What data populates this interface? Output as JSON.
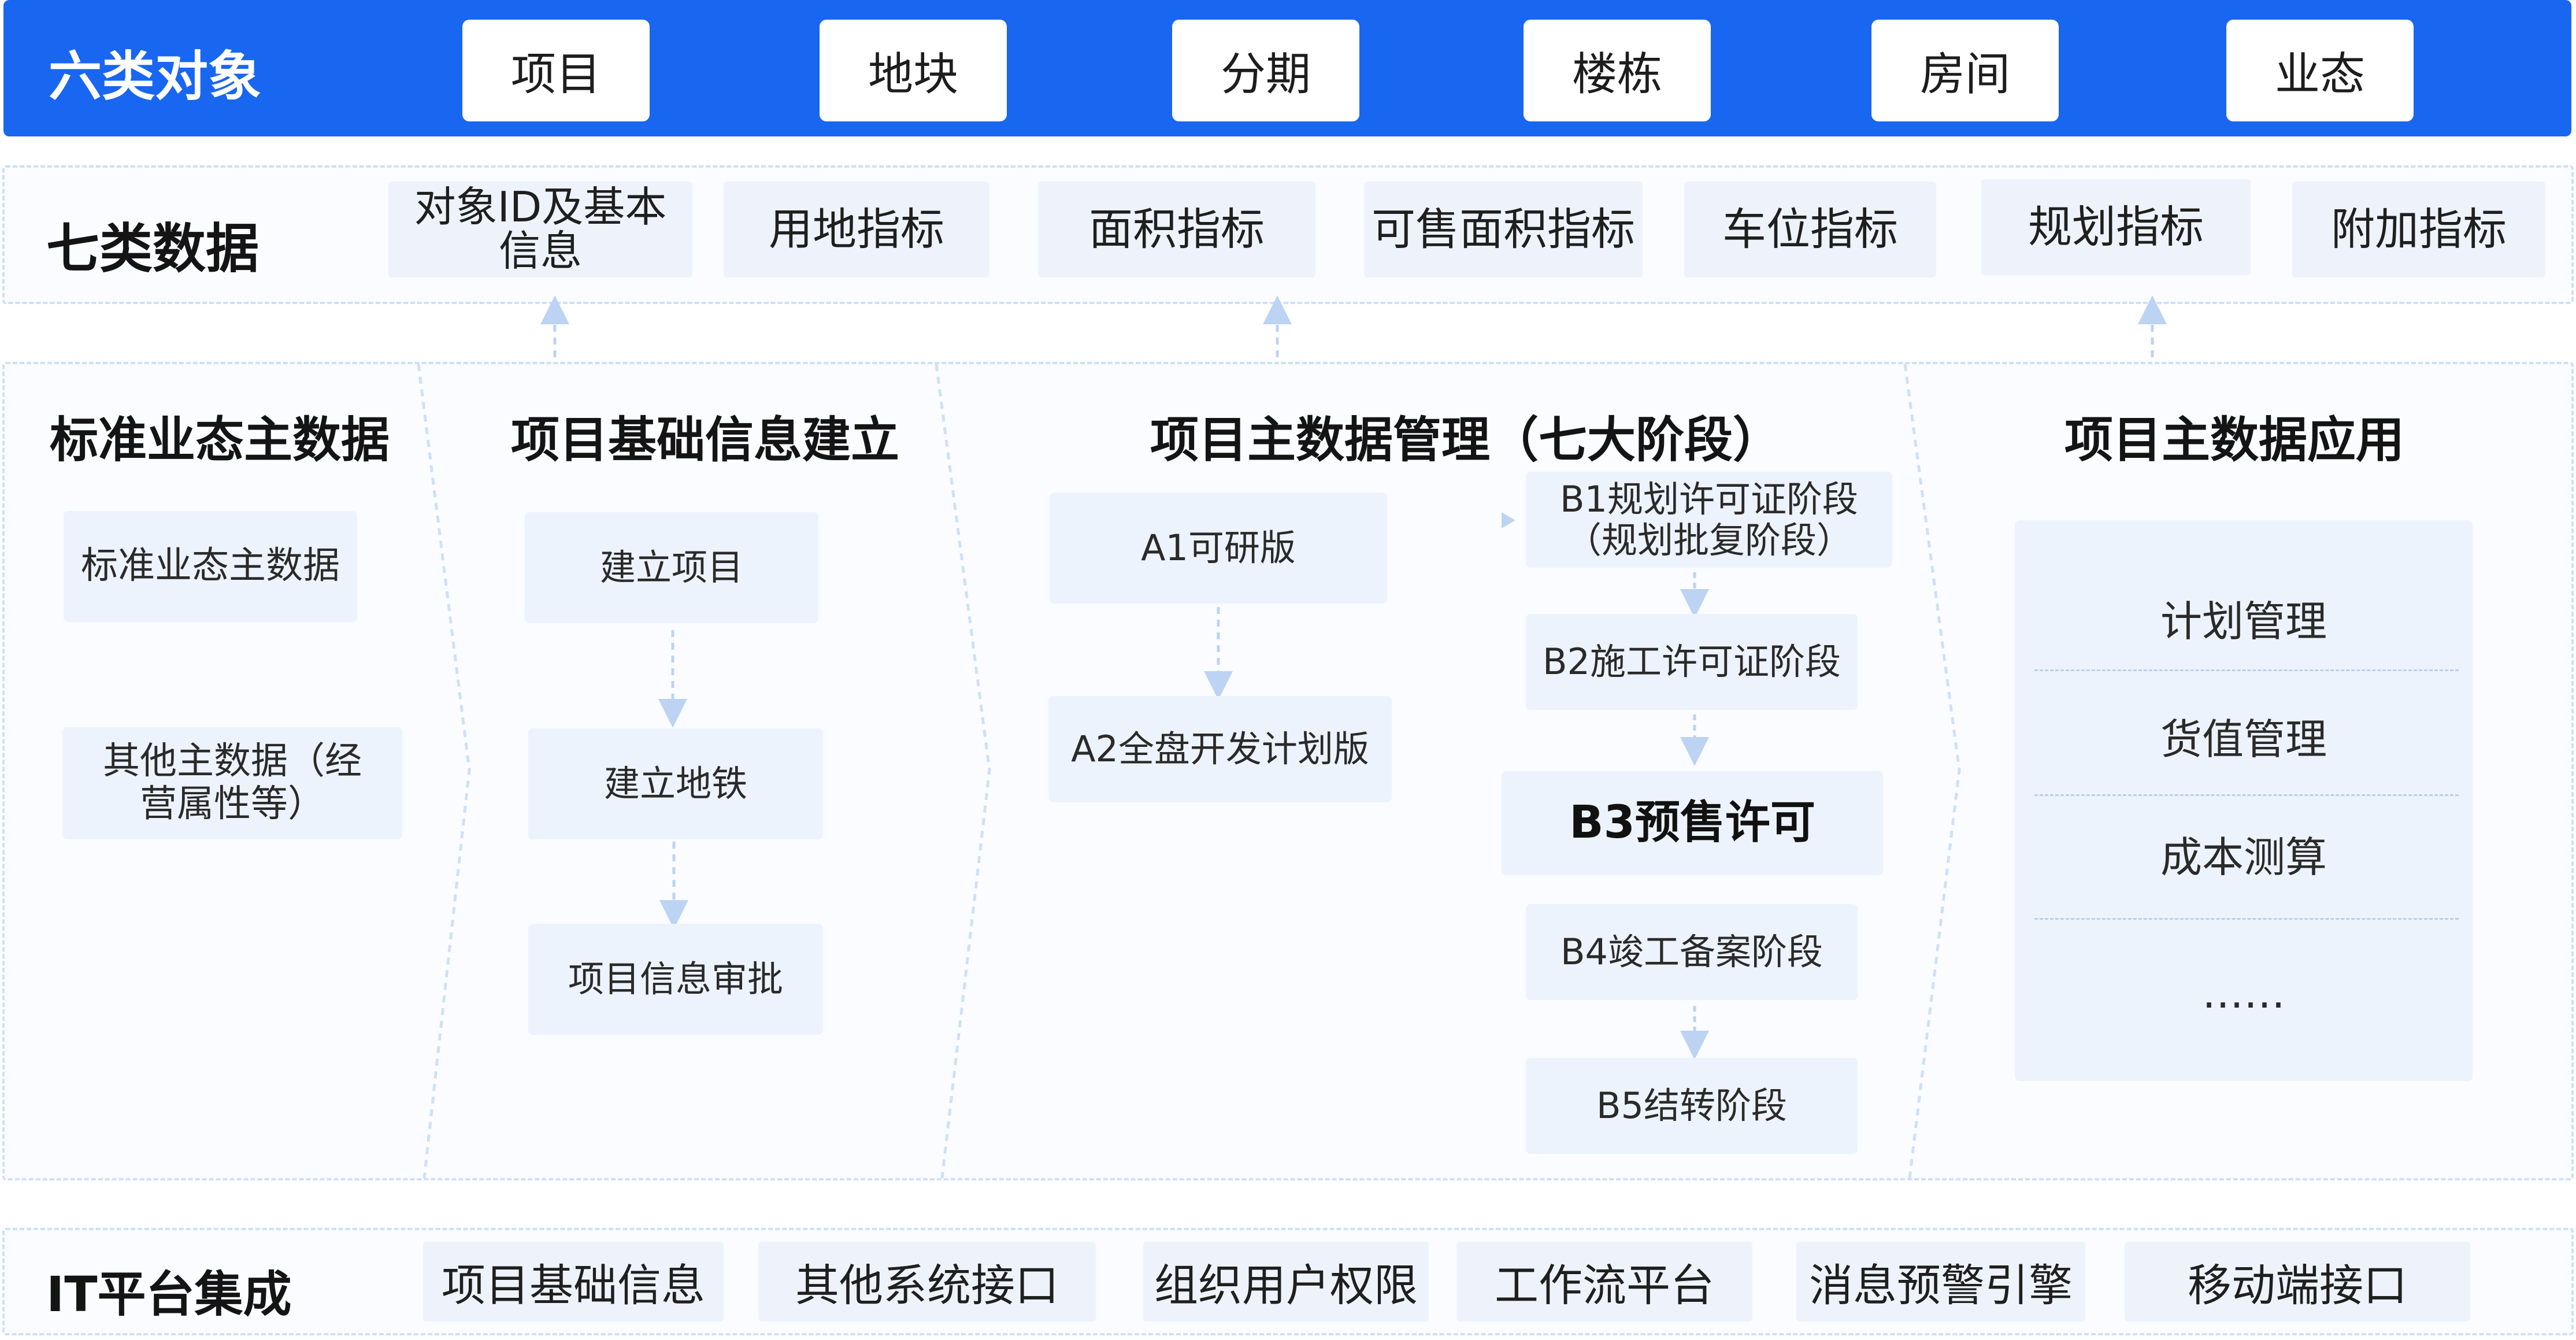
{
  "row1": {
    "title": "六类对象",
    "items": [
      "项目",
      "地块",
      "分期",
      "楼栋",
      "房间",
      "业态"
    ]
  },
  "row2": {
    "title": "七类数据",
    "items": [
      "对象ID及基本信息",
      "用地指标",
      "面积指标",
      "可售面积指标",
      "车位指标",
      "规划指标",
      "附加指标"
    ]
  },
  "sections": {
    "standard": {
      "title": "标准业态主数据",
      "boxes": [
        "标准业态主数据",
        "其他主数据（经营属性等）"
      ]
    },
    "basic_info": {
      "title": "项目基础信息建立",
      "steps": [
        "建立项目",
        "建立地铁",
        "项目信息审批"
      ]
    },
    "master_mgmt": {
      "title": "项目主数据管理（七大阶段）",
      "a_steps": [
        "A1可研版",
        "A2全盘开发计划版"
      ],
      "b_steps": [
        "B1规划许可证阶段（规划批复阶段）",
        "B2施工许可证阶段",
        "B3预售许可",
        "B4竣工备案阶段",
        "B5结转阶段"
      ]
    },
    "application": {
      "title": "项目主数据应用",
      "items": [
        "计划管理",
        "货值管理",
        "成本测算",
        "……"
      ]
    }
  },
  "row_it": {
    "title": "IT平台集成",
    "items": [
      "项目基础信息",
      "其他系统接口",
      "组织用户权限",
      "工作流平台",
      "消息预警引擎",
      "移动端接口"
    ]
  },
  "colors": {
    "primary_blue": "#1966f0",
    "chip_bg": "#eef3fb",
    "dash_border": "#cfe0f8"
  }
}
